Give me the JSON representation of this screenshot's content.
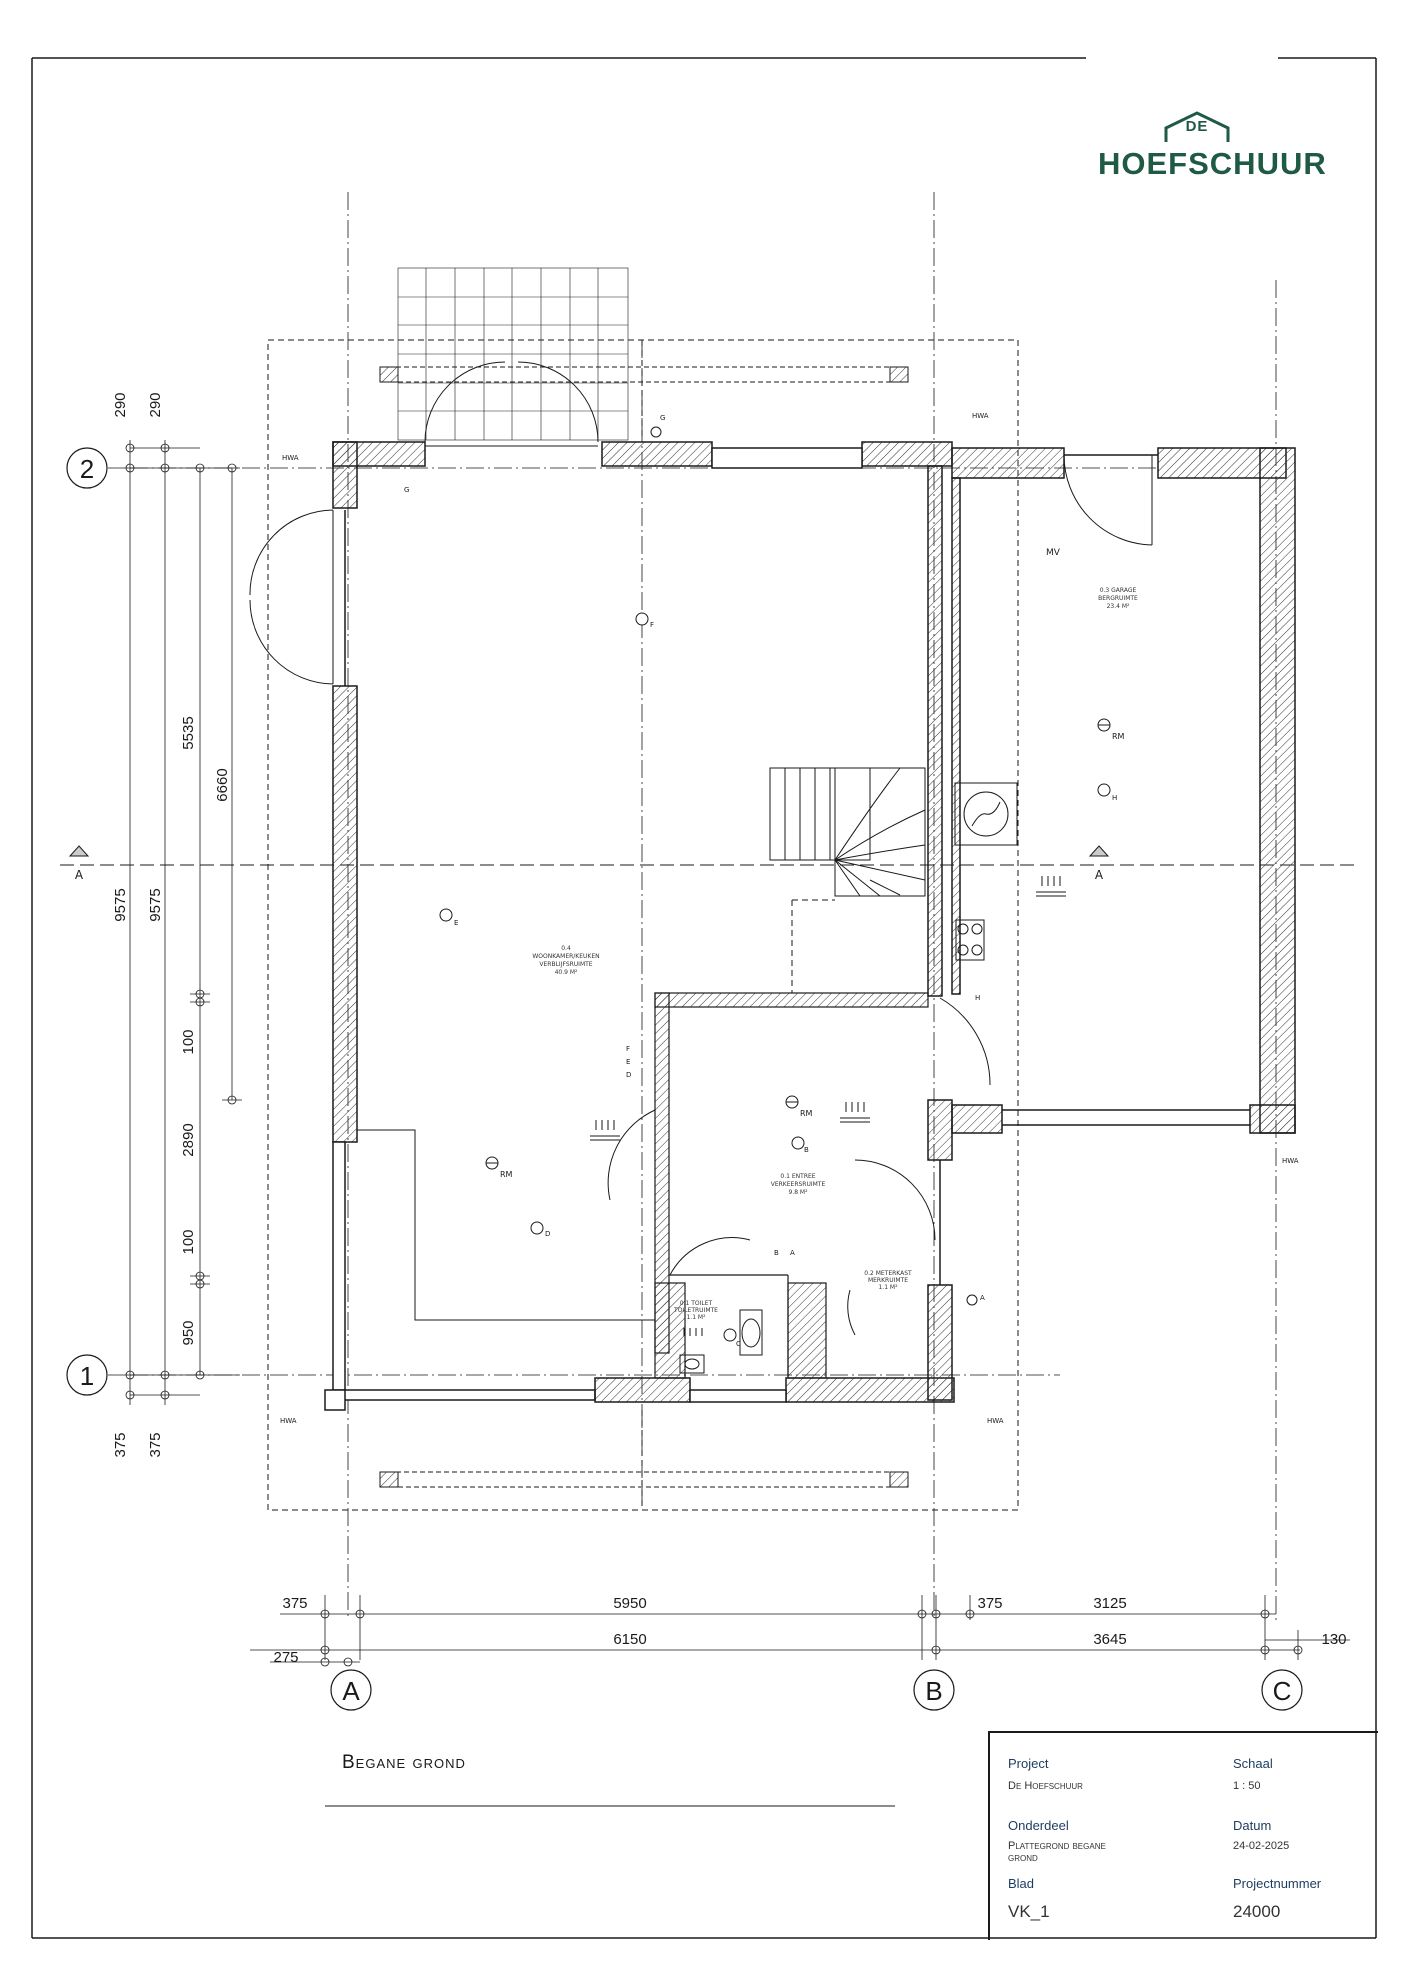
{
  "logo": {
    "top": "DE",
    "main": "HOEFSCHUUR",
    "color": "#1f5a44"
  },
  "sheet_title": "Begane grond",
  "grid": {
    "rows": [
      "2",
      "1"
    ],
    "cols": [
      "A",
      "B",
      "C"
    ]
  },
  "dims_left": {
    "d290a": "290",
    "d290b": "290",
    "d5535": "5535",
    "d6660": "6660",
    "d9575a": "9575",
    "d9575b": "9575",
    "d100a": "100",
    "d2890": "2890",
    "d100b": "100",
    "d950": "950",
    "d375a": "375",
    "d375b": "375"
  },
  "dims_bottom": {
    "d375a": "375",
    "d5950": "5950",
    "d375b": "375",
    "d3125": "3125",
    "d275": "275",
    "d6150": "6150",
    "d3645": "3645",
    "d130": "130"
  },
  "plan": {
    "hwa": "HWA",
    "rm": "RM",
    "mv": "MV",
    "g": "G",
    "f": "F",
    "e": "E",
    "d": "D",
    "c": "C",
    "b": "B",
    "a": "A",
    "h": "H"
  },
  "title_block": {
    "project_label": "Project",
    "project_value": "De Hoefschuur",
    "scale_label": "Schaal",
    "scale_value": "1 : 50",
    "part_label": "Onderdeel",
    "part_value_1": "Plattegrond begane",
    "part_value_2": "grond",
    "date_label": "Datum",
    "date_value": "24-02-2025",
    "sheet_label": "Blad",
    "sheet_value": "VK_1",
    "projnr_label": "Projectnummer",
    "projnr_value": "24000"
  }
}
